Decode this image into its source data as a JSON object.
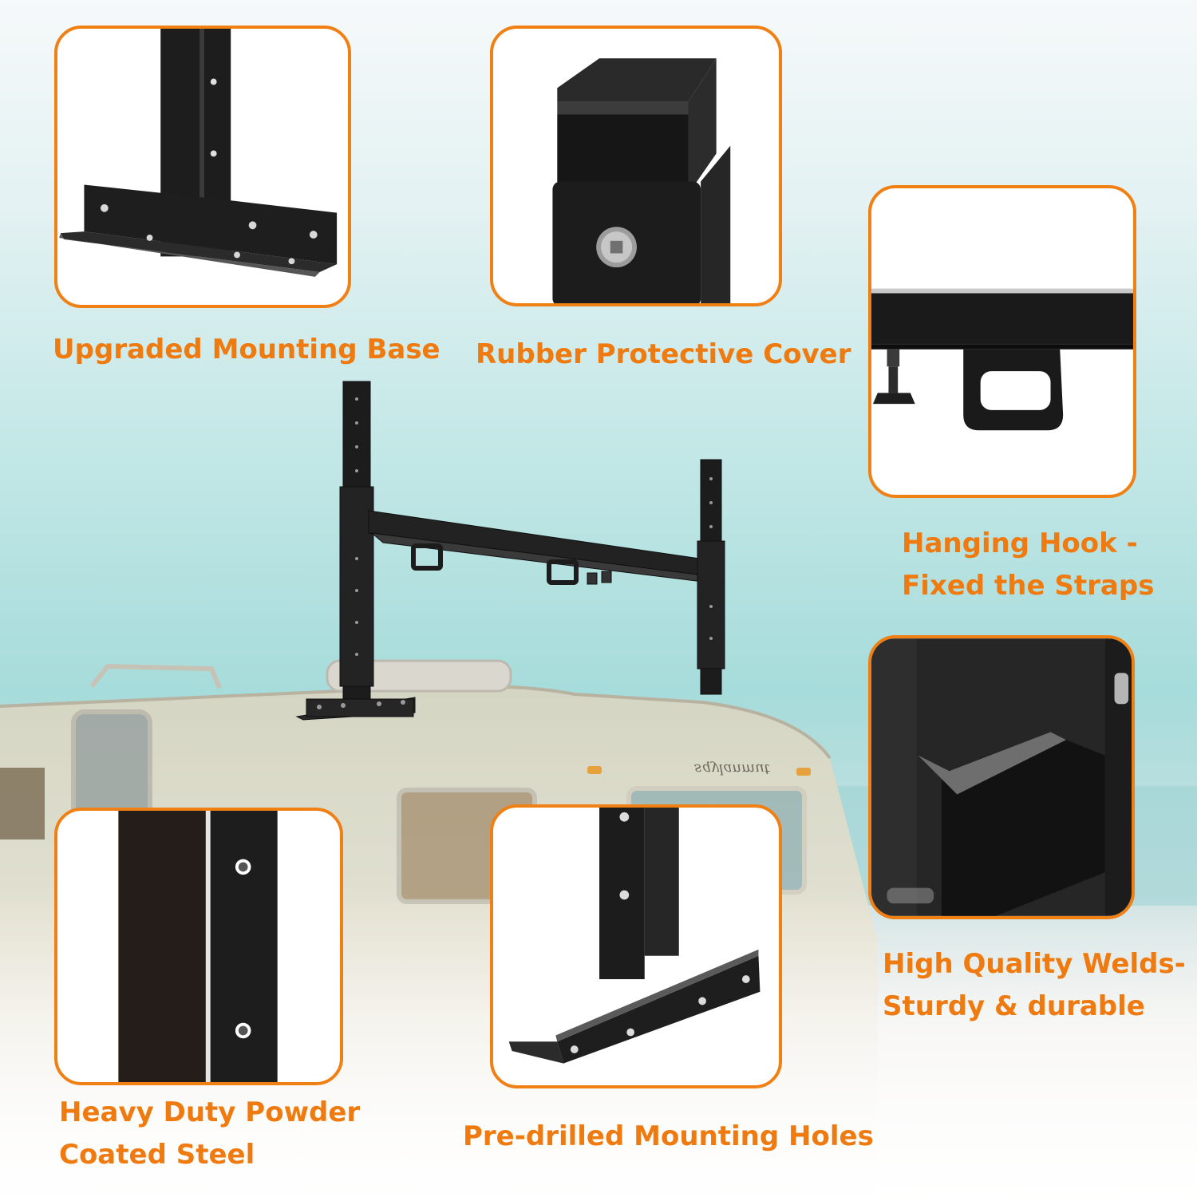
{
  "colors": {
    "accent": "#f07f14",
    "steel": "#1e1e1e",
    "sky_top": "#f6f9fa",
    "sea": "#a6dcdb"
  },
  "features": [
    {
      "id": "mounting-base",
      "caption": [
        "Upgraded Mounting Base"
      ],
      "image": "t-mount-base-closeup"
    },
    {
      "id": "protective-cover",
      "caption": [
        "Rubber Protective Cover"
      ],
      "image": "square-tube-end-cap-closeup"
    },
    {
      "id": "hanging-hook",
      "caption": [
        "Hanging Hook -",
        "Fixed the Straps"
      ],
      "image": "strap-hook-closeup"
    },
    {
      "id": "welds",
      "caption": [
        "High Quality Welds-",
        "Sturdy & durable"
      ],
      "image": "weld-seam-closeup"
    },
    {
      "id": "powder-coated",
      "caption": [
        "Heavy Duty Powder",
        "Coated Steel"
      ],
      "image": "steel-tube-surface-closeup"
    },
    {
      "id": "mounting-holes",
      "caption": [
        "Pre-drilled Mounting Holes"
      ],
      "image": "drilled-bracket-closeup"
    }
  ],
  "background": {
    "subject": "rv-ladder-rack-on-camper-roof",
    "camper_badge": "sqylanmut"
  }
}
